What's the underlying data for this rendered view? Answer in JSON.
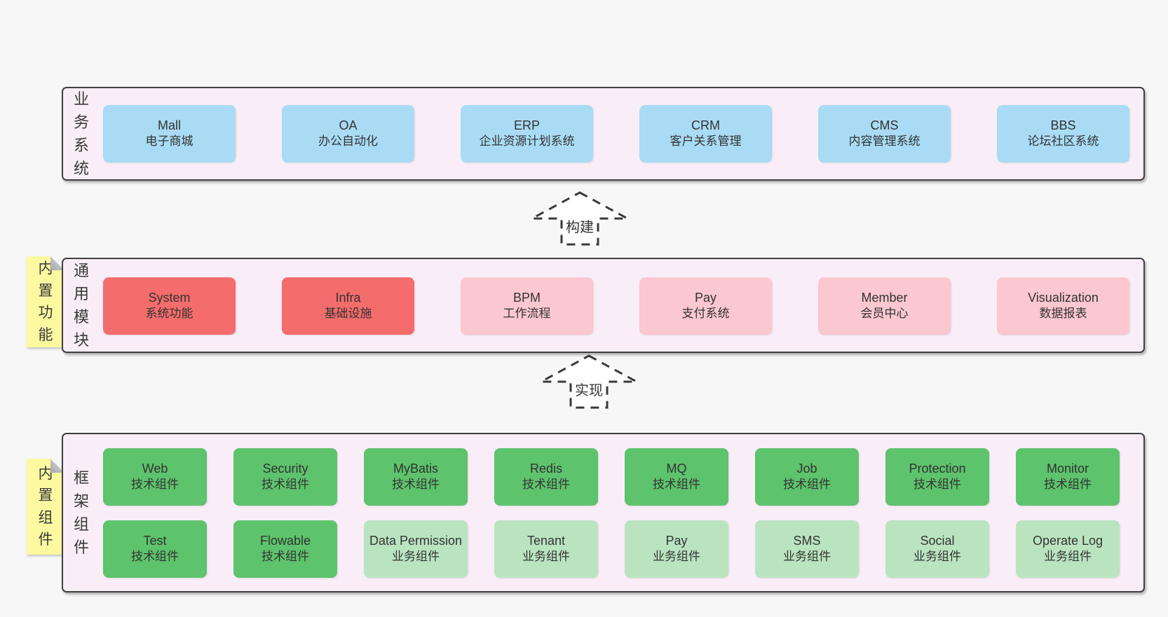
{
  "colors": {
    "page_bg": "#f7f7f7",
    "band_bg": "#f9eef7",
    "band_border": "#3f3f3f",
    "blue_box": "#a9dbf5",
    "red_box": "#f56c6c",
    "pink_box": "#fbc7d0",
    "green_box": "#5dc36c",
    "light_green_box": "#bae4c0",
    "sticky_bg": "#fcf9a0",
    "text": "#333333"
  },
  "arrows": [
    {
      "label": "构建"
    },
    {
      "label": "实现"
    }
  ],
  "bands": [
    {
      "label": "业务系统",
      "boxes": [
        {
          "name": "Mall",
          "desc": "电子商城",
          "variant": "blue"
        },
        {
          "name": "OA",
          "desc": "办公自动化",
          "variant": "blue"
        },
        {
          "name": "ERP",
          "desc": "企业资源计划系统",
          "variant": "blue"
        },
        {
          "name": "CRM",
          "desc": "客户关系管理",
          "variant": "blue"
        },
        {
          "name": "CMS",
          "desc": "内容管理系统",
          "variant": "blue"
        },
        {
          "name": "BBS",
          "desc": "论坛社区系统",
          "variant": "blue"
        }
      ]
    },
    {
      "label": "通用模块",
      "sticky": "内置功能",
      "boxes": [
        {
          "name": "System",
          "desc": "系统功能",
          "variant": "red"
        },
        {
          "name": "Infra",
          "desc": "基础设施",
          "variant": "red"
        },
        {
          "name": "BPM",
          "desc": "工作流程",
          "variant": "pink"
        },
        {
          "name": "Pay",
          "desc": "支付系统",
          "variant": "pink"
        },
        {
          "name": "Member",
          "desc": "会员中心",
          "variant": "pink"
        },
        {
          "name": "Visualization",
          "desc": "数据报表",
          "variant": "pink"
        }
      ]
    },
    {
      "label": "框架组件",
      "sticky": "内置组件",
      "rows": [
        [
          {
            "name": "Web",
            "desc": "技术组件",
            "variant": "green"
          },
          {
            "name": "Security",
            "desc": "技术组件",
            "variant": "green"
          },
          {
            "name": "MyBatis",
            "desc": "技术组件",
            "variant": "green"
          },
          {
            "name": "Redis",
            "desc": "技术组件",
            "variant": "green"
          },
          {
            "name": "MQ",
            "desc": "技术组件",
            "variant": "green"
          },
          {
            "name": "Job",
            "desc": "技术组件",
            "variant": "green"
          },
          {
            "name": "Protection",
            "desc": "技术组件",
            "variant": "green"
          },
          {
            "name": "Monitor",
            "desc": "技术组件",
            "variant": "green"
          }
        ],
        [
          {
            "name": "Test",
            "desc": "技术组件",
            "variant": "green"
          },
          {
            "name": "Flowable",
            "desc": "技术组件",
            "variant": "green"
          },
          {
            "name": "Data Permission",
            "desc": "业务组件",
            "variant": "lightgreen"
          },
          {
            "name": "Tenant",
            "desc": "业务组件",
            "variant": "lightgreen"
          },
          {
            "name": "Pay",
            "desc": "业务组件",
            "variant": "lightgreen"
          },
          {
            "name": "SMS",
            "desc": "业务组件",
            "variant": "lightgreen"
          },
          {
            "name": "Social",
            "desc": "业务组件",
            "variant": "lightgreen"
          },
          {
            "name": "Operate Log",
            "desc": "业务组件",
            "variant": "lightgreen"
          }
        ]
      ]
    }
  ]
}
